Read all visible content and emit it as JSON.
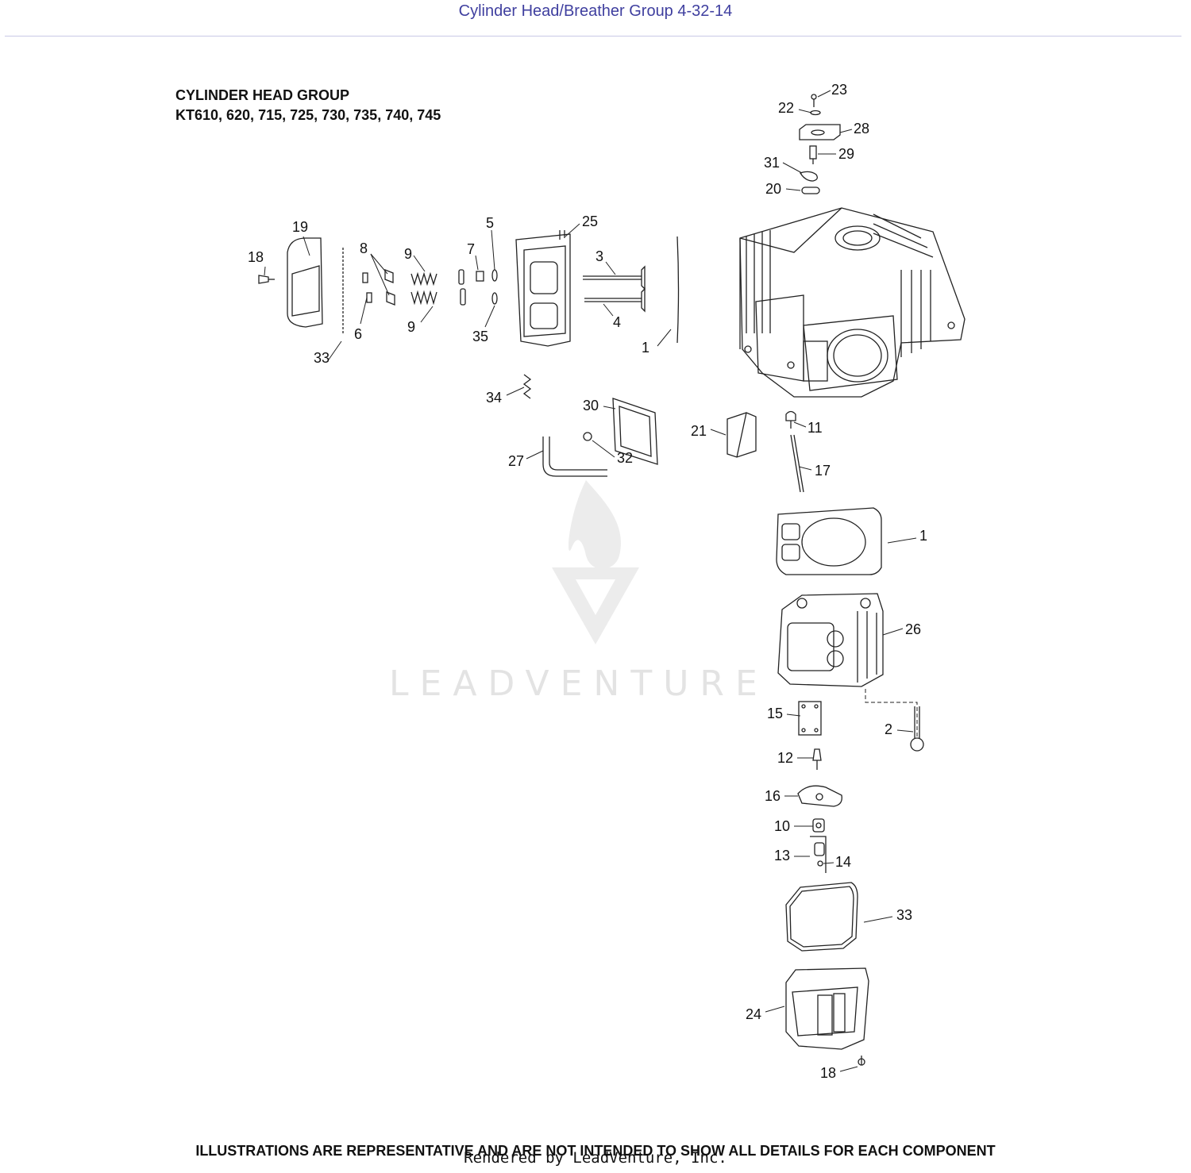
{
  "header": {
    "title": "Cylinder Head/Breather Group 4-32-14"
  },
  "diagram": {
    "title_line1": "CYLINDER HEAD GROUP",
    "title_line2": "KT610, 620, 715, 725, 730, 735, 740, 745",
    "callouts": {
      "c23": "23",
      "c22": "22",
      "c28": "28",
      "c29": "29",
      "c31": "31",
      "c20": "20",
      "c19": "19",
      "c18a": "18",
      "c8": "8",
      "c9a": "9",
      "c7": "7",
      "c5": "5",
      "c25": "25",
      "c3": "3",
      "c4": "4",
      "c1a": "1",
      "c6": "6",
      "c9b": "9",
      "c35": "35",
      "c33a": "33",
      "c34": "34",
      "c30": "30",
      "c21": "21",
      "c11": "11",
      "c27": "27",
      "c32": "32",
      "c17": "17",
      "c1b": "1",
      "c26": "26",
      "c15": "15",
      "c2": "2",
      "c12": "12",
      "c16": "16",
      "c10": "10",
      "c13": "13",
      "c14": "14",
      "c33b": "33",
      "c24": "24",
      "c18b": "18"
    },
    "watermark": "LEADVENTURE"
  },
  "footer": {
    "disclaimer": "ILLUSTRATIONS ARE REPRESENTATIVE AND ARE NOT INTENDED TO SHOW ALL DETAILS FOR EACH COMPONENT",
    "rendered_by": "Rendered by LeadVenture, Inc."
  },
  "colors": {
    "title": "#3f3f9f",
    "rule": "#c9c9e6",
    "watermark": "#e3e3e3",
    "ink": "#222222"
  }
}
